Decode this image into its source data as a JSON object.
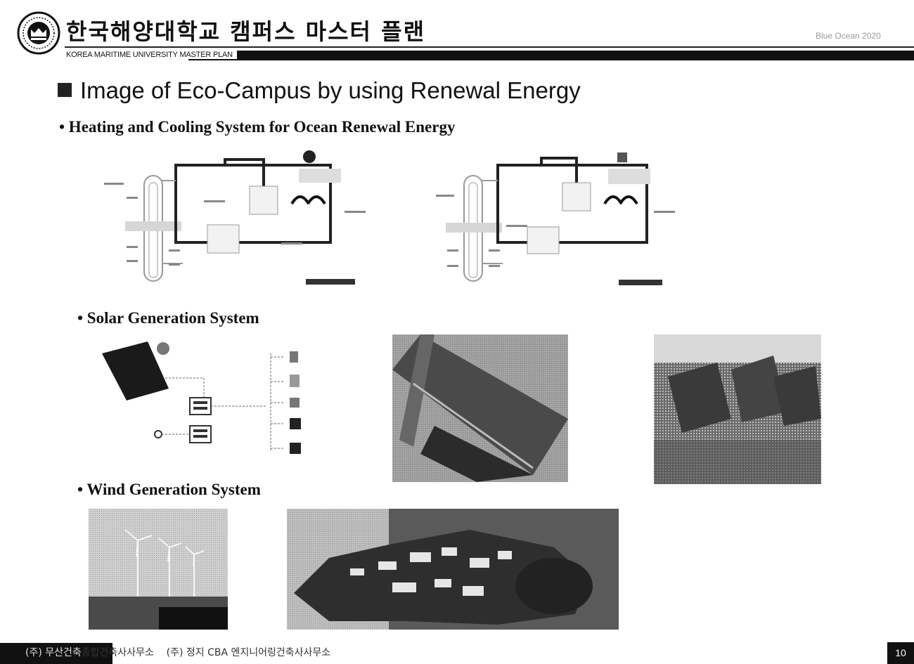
{
  "header": {
    "title_kr": "한국해양대학교 캠퍼스 마스터 플랜",
    "subtitle_en": "KOREA MARITIME UNIVERSITY MASTER PLAN",
    "right_label": "Blue Ocean 2020"
  },
  "slide": {
    "title": "Image of Eco-Campus by using Renewal Energy",
    "sections": [
      {
        "label": "• Heating and Cooling System for Ocean Renewal Energy"
      },
      {
        "label": "• Solar Generation System"
      },
      {
        "label": "• Wind Generation System"
      }
    ]
  },
  "footer": {
    "company1_prefix": "(주) 무산건축",
    "company1_rest": "종합건축사사무소",
    "company2": "(주) 정지 CBA 엔지니어링건축사사무소",
    "page_number": "10"
  },
  "icons": {
    "logo": "university-seal-icon",
    "title_marker": "square-bullet-icon"
  },
  "colors": {
    "ink": "#111111",
    "muted": "#9a9a9a",
    "photo_gray": "#8a8a8a"
  }
}
